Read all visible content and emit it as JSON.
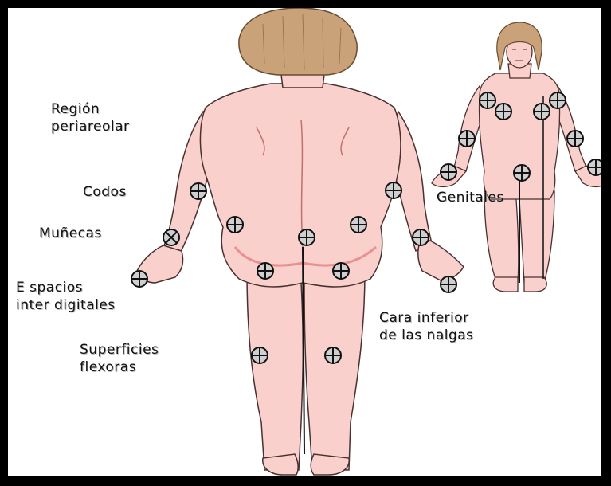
{
  "labels": {
    "region_periareolar": [
      "Región",
      "periareolar"
    ],
    "codos": "Codos",
    "munecas": "Muñecas",
    "espacios": [
      "E spacios",
      "inter digitales"
    ],
    "superficies": [
      "Superficies",
      "flexoras"
    ],
    "cara_inferior": [
      "Cara inferior",
      "de las nalgas"
    ],
    "genitales": "Genitales"
  },
  "colors": {
    "skin": "#f9d0cb",
    "skin_shade": "#f3a8a8",
    "outline": "#4a3030",
    "hair": "#c9a27a",
    "marker_fill": "#cccccc",
    "frame": "#000000"
  }
}
